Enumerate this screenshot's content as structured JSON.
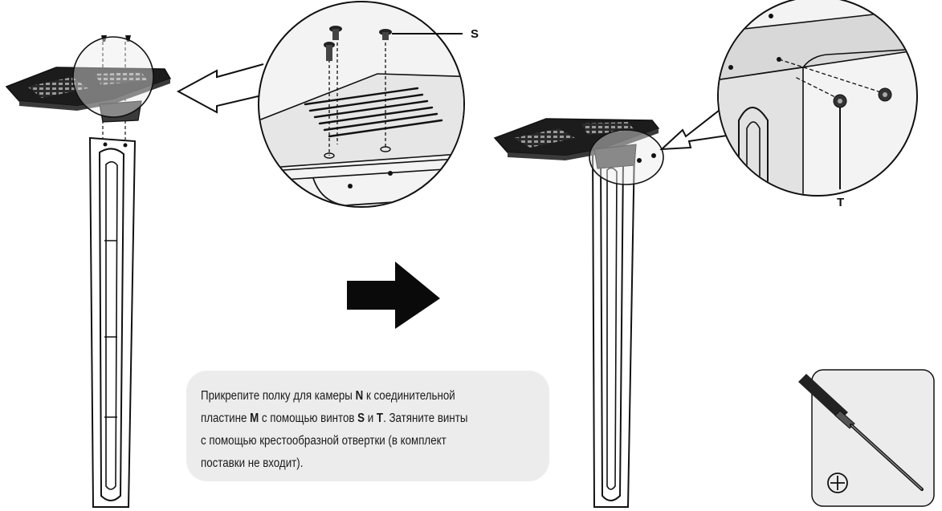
{
  "labels": {
    "screw_s": "S",
    "screw_t": "T"
  },
  "instruction": {
    "line1_prefix": "Прикрепите полку для камеры ",
    "line1_bold": "N",
    "line1_suffix": " к соединительной",
    "line2_prefix": "пластине ",
    "line2_bold_m": "M",
    "line2_middle": " с помощью винтов ",
    "line2_bold_s": "S",
    "line2_and": " и ",
    "line2_bold_t": "T",
    "line2_suffix": ". Затяните винты",
    "line3": "с помощью крестообразной отвертки (в комплект",
    "line4": "поставки не входит)."
  },
  "tool": {
    "icon": "phillips-screwdriver-icon",
    "symbol": "⊕"
  },
  "colors": {
    "line": "#111111",
    "shelf": "#1c1c1c",
    "circle": "#f2f2f2",
    "box": "#ececec",
    "arrow": "#0a0a0a"
  }
}
